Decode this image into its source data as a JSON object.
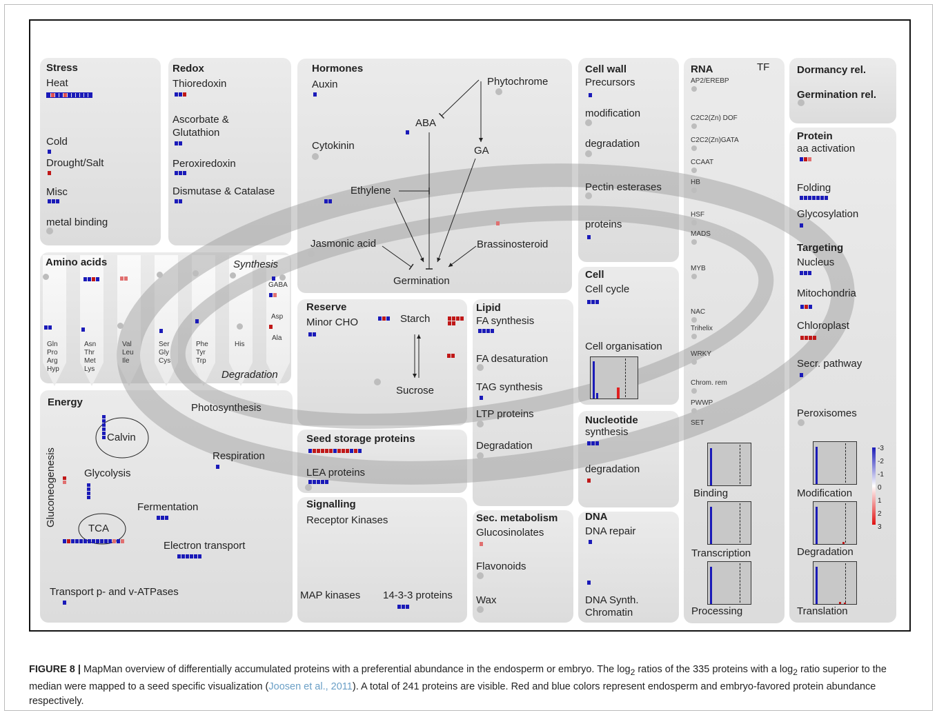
{
  "figure": {
    "panels": {
      "stress": {
        "title": "Stress",
        "heat": "Heat",
        "cold": "Cold",
        "drought": "Drought/Salt",
        "misc": "Misc",
        "metal": "metal binding"
      },
      "redox": {
        "title": "Redox",
        "thioredoxin": "Thioredoxin",
        "ascorbate_1": "Ascorbate &",
        "ascorbate_2": "Glutathion",
        "peroxiredoxin": "Peroxiredoxin",
        "dismutase": "Dismutase & Catalase"
      },
      "hormones": {
        "title": "Hormones",
        "auxin": "Auxin",
        "phytochrome": "Phytochrome",
        "aba": "ABA",
        "cytokinin": "Cytokinin",
        "ga": "GA",
        "ethylene": "Ethylene",
        "jasmonic": "Jasmonic acid",
        "brassinosteroid": "Brassinosteroid",
        "germination": "Germination"
      },
      "cell_wall": {
        "title": "Cell wall",
        "precursors": "Precursors",
        "modification": "modification",
        "degradation": "degradation",
        "pectin": "Pectin esterases",
        "proteins": "proteins"
      },
      "rna": {
        "title": "RNA",
        "tf": "TF",
        "items": [
          "AP2/EREBP",
          "C2C2(Zn) DOF",
          "C2C2(Zn)GATA",
          "CCAAT",
          "HB",
          "HSF",
          "MADS",
          "MYB",
          "NAC",
          "Trihelix",
          "WRKY",
          "Chrom. rem",
          "PWWP",
          "SET"
        ],
        "binding": "Binding",
        "transcription": "Transcription",
        "processing": "Processing"
      },
      "dormancy": {
        "dormancy": "Dormancy rel.",
        "germination": "Germination rel."
      },
      "protein": {
        "title": "Protein",
        "aa_activation": "aa activation",
        "folding": "Folding",
        "glycosylation": "Glycosylation",
        "targeting": "Targeting",
        "nucleus": "Nucleus",
        "mitochondria": "Mitochondria",
        "chloroplast": "Chloroplast",
        "secr": "Secr. pathway",
        "peroxisomes": "Peroxisomes",
        "modification": "Modification",
        "degradation": "Degradation",
        "translation": "Translation"
      },
      "amino_acids": {
        "title": "Amino acids",
        "synthesis": "Synthesis",
        "degradation": "Degradation",
        "gaba": "GABA",
        "asp": "Asp",
        "ala": "Ala",
        "groups": [
          [
            "Gln",
            "Pro",
            "Arg",
            "Hyp"
          ],
          [
            "Asn",
            "Thr",
            "Met",
            "Lys"
          ],
          [
            "Val",
            "Leu",
            "Ile"
          ],
          [
            "Ser",
            "Gly",
            "Cys"
          ],
          [
            "Phe",
            "Tyr",
            "Trp"
          ],
          [
            "His"
          ]
        ]
      },
      "energy": {
        "title": "Energy",
        "photosynthesis": "Photosynthesis",
        "calvin": "Calvin",
        "respiration": "Respiration",
        "glycolysis": "Glycolysis",
        "gluconeogenesis": "Gluconeogenesis",
        "fermentation": "Fermentation",
        "tca": "TCA",
        "electron": "Electron transport",
        "transport": "Transport p- and v-ATPases"
      },
      "reserve": {
        "title": "Reserve",
        "minor_cho": "Minor CHO",
        "starch": "Starch",
        "sucrose": "Sucrose"
      },
      "lipid": {
        "title": "Lipid",
        "fa_synthesis": "FA synthesis",
        "fa_desat": "FA desaturation",
        "tag": "TAG synthesis",
        "ltp": "LTP proteins",
        "degradation": "Degradation"
      },
      "seed_storage": {
        "title": "Seed storage proteins",
        "lea": "LEA proteins"
      },
      "signalling": {
        "title": "Signalling",
        "receptor": "Receptor Kinases",
        "map": "MAP kinases",
        "p1433": "14-3-3 proteins"
      },
      "sec_metabolism": {
        "title": "Sec. metabolism",
        "glucosinolates": "Glucosinolates",
        "flavonoids": "Flavonoids",
        "wax": "Wax"
      },
      "cell": {
        "title": "Cell",
        "cycle": "Cell cycle",
        "organisation": "Cell organisation"
      },
      "nucleotide": {
        "title": "Nucleotide",
        "synthesis": "synthesis",
        "degradation": "degradation"
      },
      "dna": {
        "title": "DNA",
        "repair": "DNA repair",
        "synth_1": "DNA Synth.",
        "synth_2": "Chromatin"
      }
    },
    "legend": {
      "labels": [
        "-3",
        "-2",
        "-1",
        "0",
        "1",
        "2",
        "3"
      ],
      "colors": {
        "embryo": "#1a1ab8",
        "endosperm": "#e01010"
      }
    }
  },
  "caption": {
    "label": "FIGURE 8 |",
    "text_1": " MapMan overview of differentially accumulated proteins with a preferential abundance in the endosperm or embryo. The log",
    "sub_1": "2",
    "text_2": " ratios of the 335 proteins with a log",
    "sub_2": "2",
    "text_3": " ratio superior to the median were mapped to a seed specific visualization (",
    "ref": "Joosen et al., 2011",
    "text_4": "). A total of 241 proteins are visible. Red and blue colors represent endosperm and embryo-favored protein abundance respectively."
  }
}
